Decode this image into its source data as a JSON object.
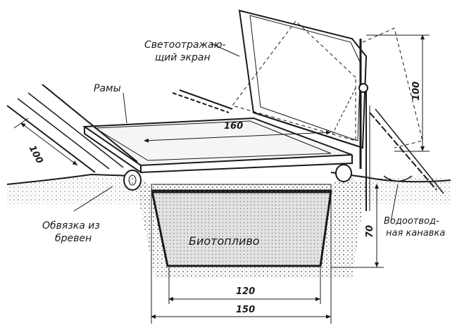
{
  "labels": {
    "screen_line1": "Светоотражаю-",
    "screen_line2": "щий экран",
    "frames": "Рамы",
    "log_frame_line1": "Обвязка из",
    "log_frame_line2": "бревен",
    "biofuel": "Биотопливо",
    "drain_line1": "Водоотвод-",
    "drain_line2": "ная канавка"
  },
  "dimensions": {
    "frame_width": "100",
    "top_length": "160",
    "screen_height": "100",
    "pit_depth": "70",
    "pit_bottom": "120",
    "pit_top": "150"
  },
  "colors": {
    "ink": "#1a1a1a",
    "paper": "#ffffff",
    "soil_hatch": "#555555",
    "biofuel_fill": "#d9d9d9"
  }
}
